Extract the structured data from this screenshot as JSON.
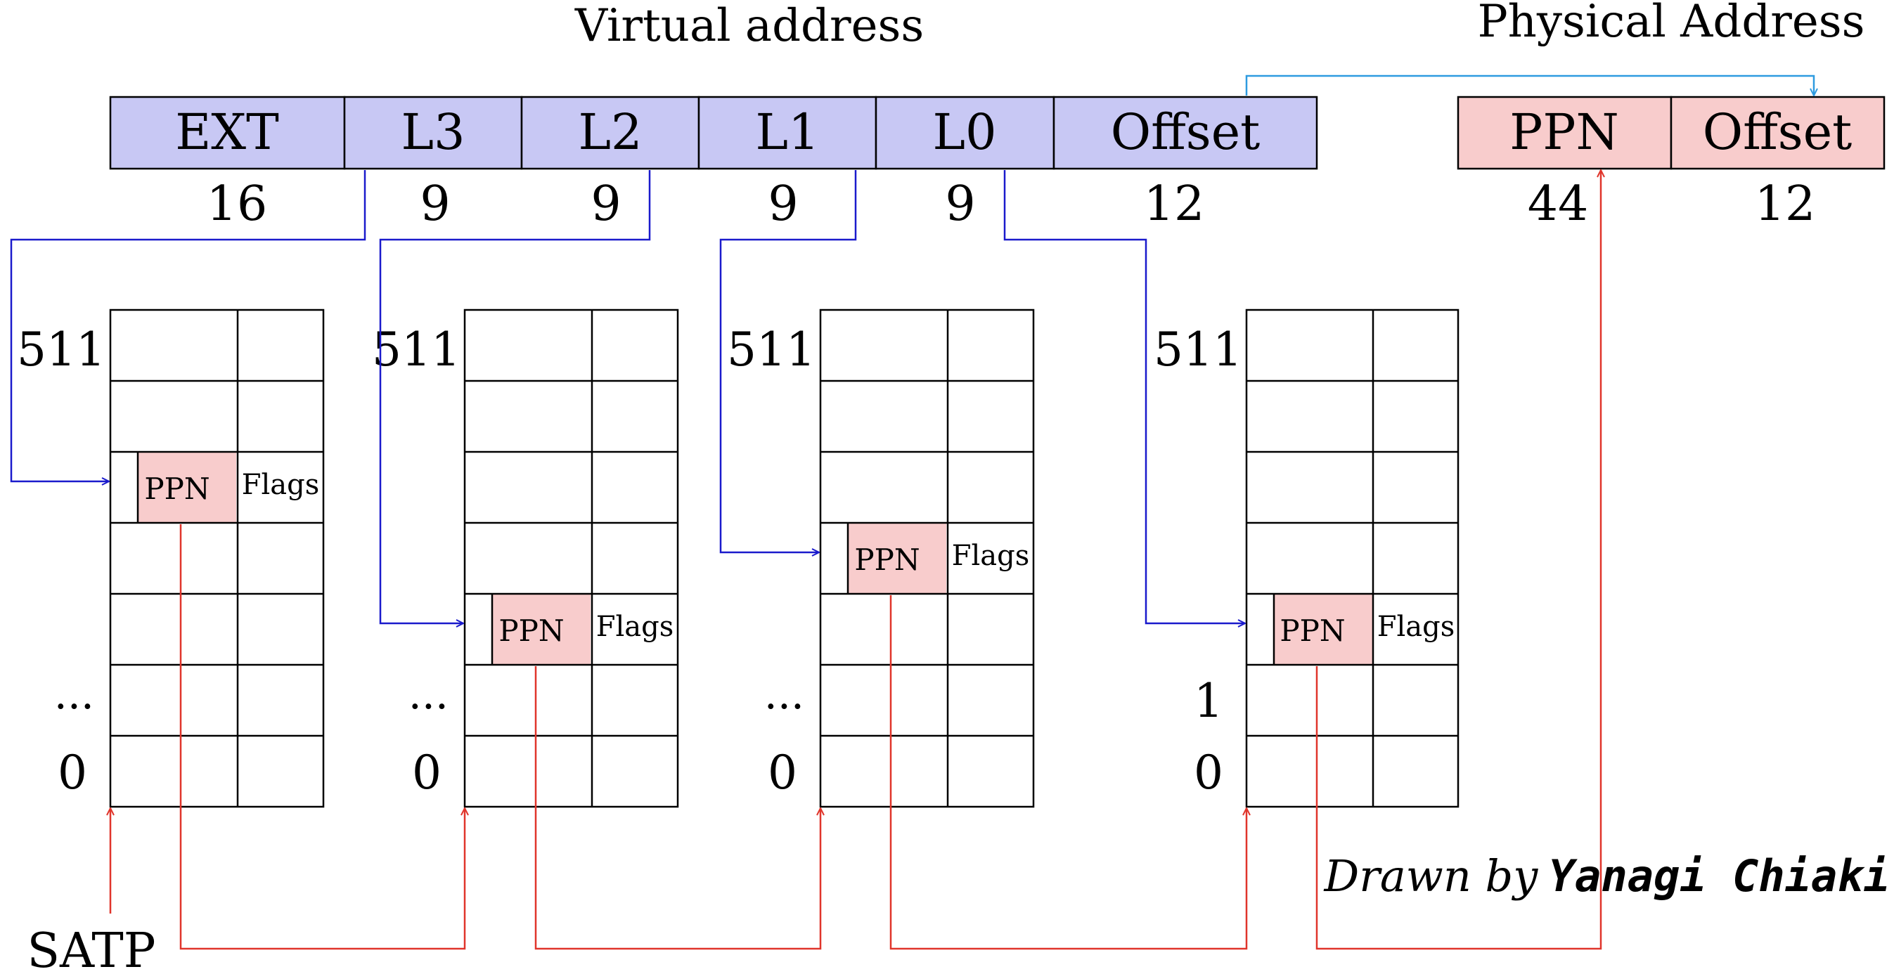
{
  "virtual_address": {
    "title": "Virtual address",
    "fields": [
      {
        "label": "EXT",
        "bits": "16"
      },
      {
        "label": "L3",
        "bits": "9"
      },
      {
        "label": "L2",
        "bits": "9"
      },
      {
        "label": "L1",
        "bits": "9"
      },
      {
        "label": "L0",
        "bits": "9"
      },
      {
        "label": "Offset",
        "bits": "12"
      }
    ]
  },
  "physical_address": {
    "title": "Physical Address",
    "fields": [
      {
        "label": "PPN",
        "bits": "44"
      },
      {
        "label": "Offset",
        "bits": "12"
      }
    ]
  },
  "tables": [
    {
      "top_label": "511",
      "mid_label": "...",
      "bottom_label": "0",
      "entry_row": 2,
      "ppn_label": "PPN",
      "flags_label": "Flags"
    },
    {
      "top_label": "511",
      "mid_label": "...",
      "bottom_label": "0",
      "entry_row": 4,
      "ppn_label": "PPN",
      "flags_label": "Flags"
    },
    {
      "top_label": "511",
      "mid_label": "...",
      "bottom_label": "0",
      "entry_row": 3,
      "ppn_label": "PPN",
      "flags_label": "Flags"
    },
    {
      "top_label": "511",
      "mid_label": "1",
      "bottom_label": "0",
      "entry_row": 4,
      "ppn_label": "PPN",
      "flags_label": "Flags"
    }
  ],
  "satp_label": "SATP",
  "credit": {
    "prefix": "Drawn by",
    "author": "Yanagi Chiaki"
  },
  "colors": {
    "virtual_field_fill": "#c8c8f4",
    "physical_field_fill": "#f8cccc",
    "index_arrow": "#1a1acc",
    "ppn_arrow": "#e0352b",
    "offset_arrow": "#2e9be0",
    "line": "#000000"
  }
}
